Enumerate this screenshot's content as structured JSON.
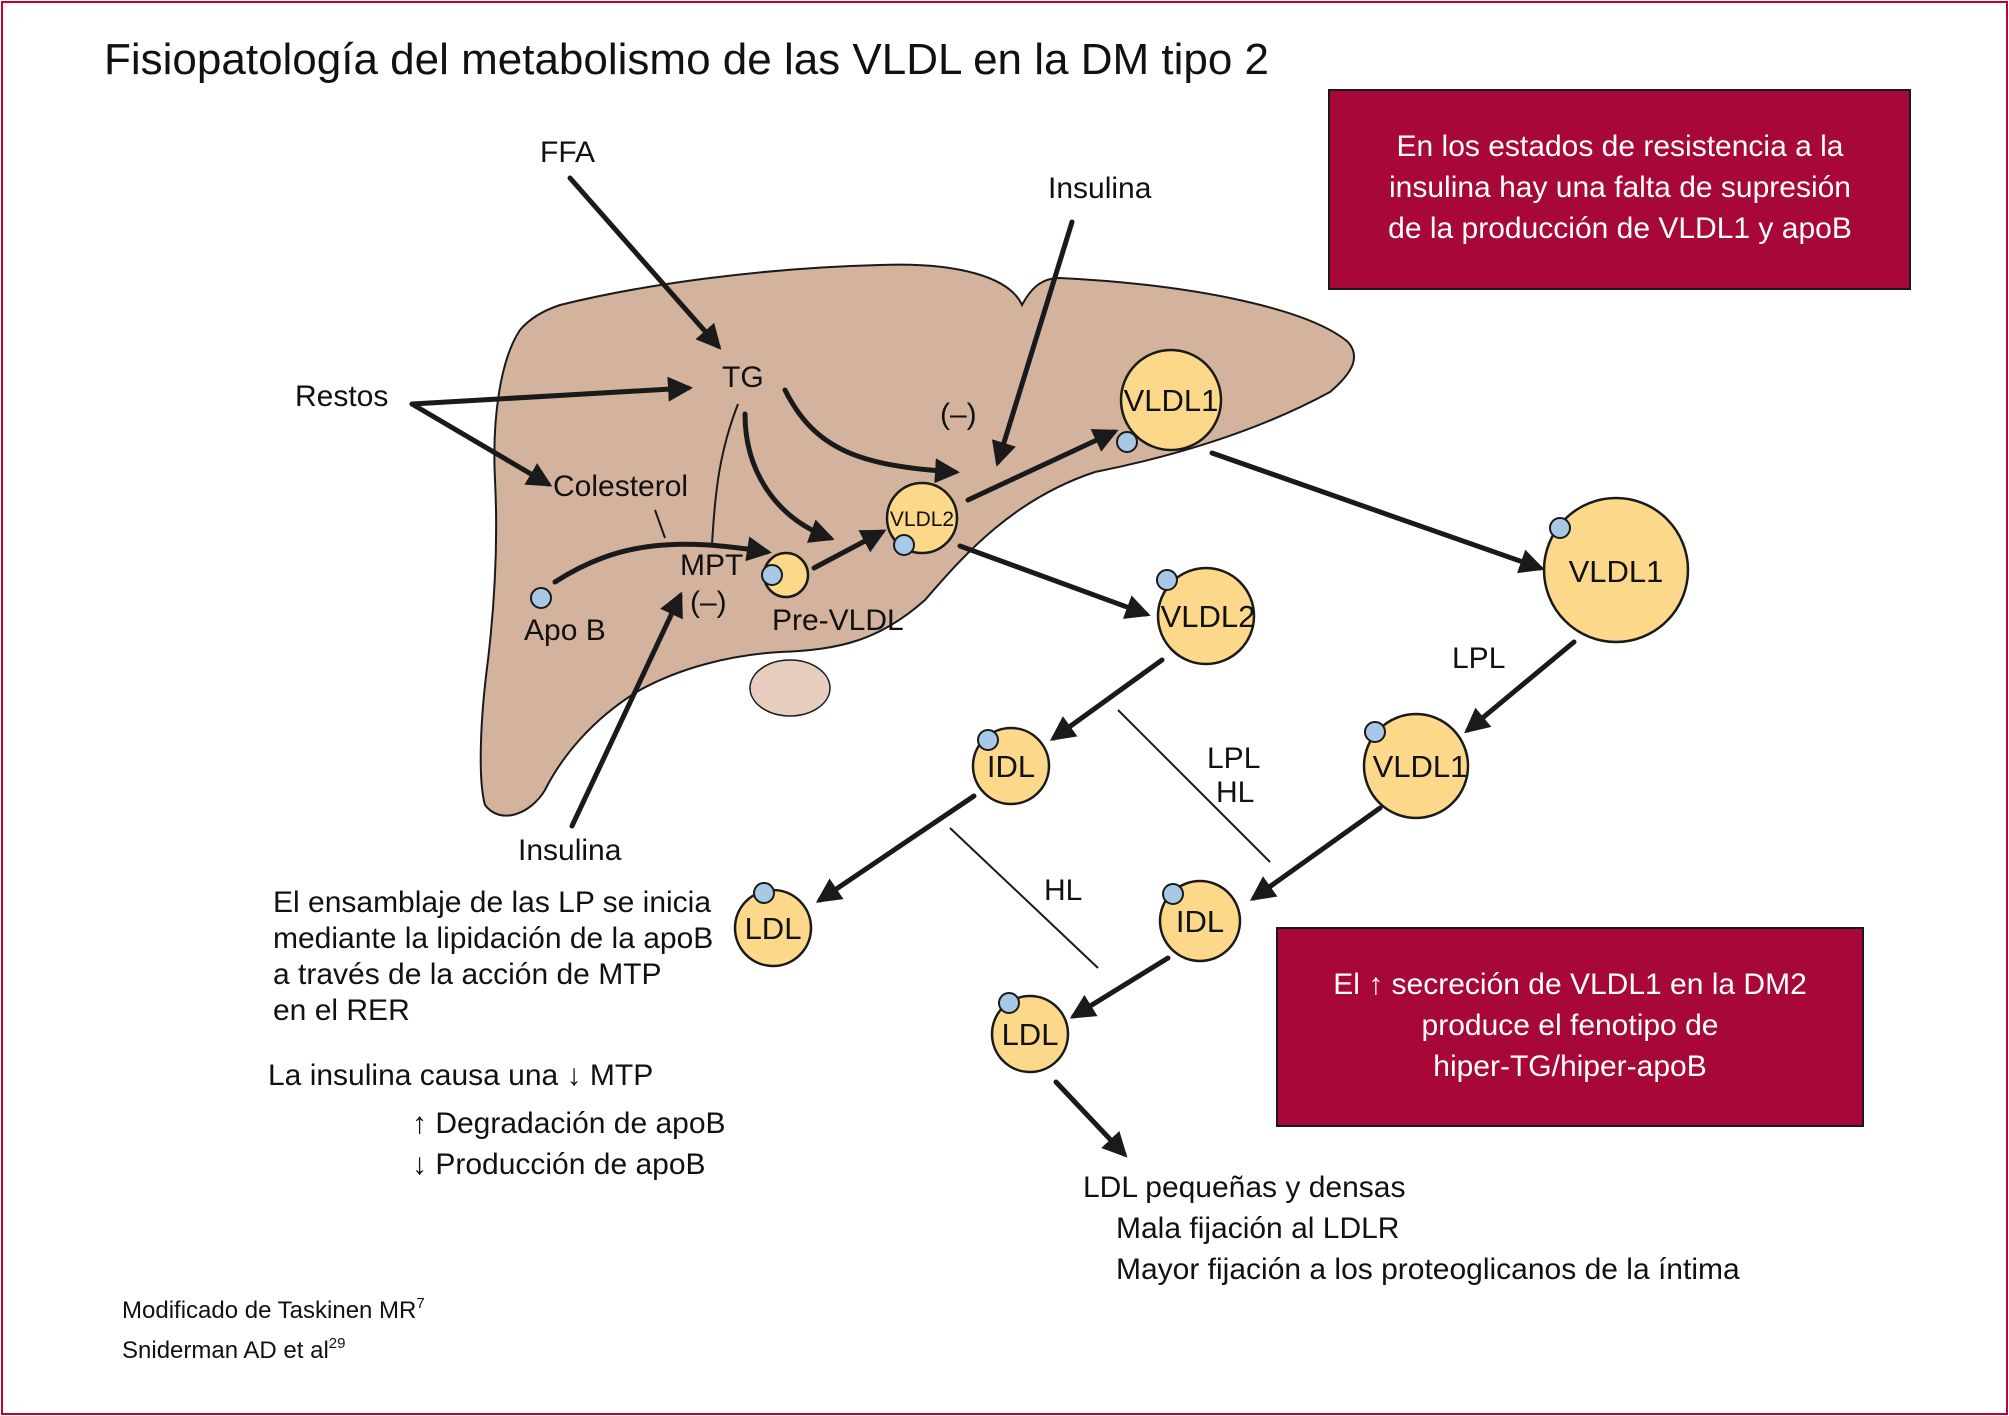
{
  "title": "Fisiopatología del metabolismo de las VLDL en la DM tipo 2",
  "colors": {
    "border": "#c5002e",
    "callout_fill": "#a8073a",
    "liver": "#d4b39e",
    "lipoprotein": "#fcd98a",
    "apoB": "#a7c9e6"
  },
  "liver_labels": {
    "ffa": "FFA",
    "restos": "Restos",
    "tg": "TG",
    "colesterol": "Colesterol",
    "mpt": "MPT",
    "inhibit_mpt": "(–)",
    "apo_b": "Apo B",
    "pre_vldl": "Pre-VLDL",
    "insulina_top": "Insulina",
    "insulina_bottom": "Insulina",
    "inhibit_vldl": "(–)"
  },
  "particles": {
    "vldl2_inner": "VLDL2",
    "vldl1_liver": "VLDL1",
    "vldl1_right": "VLDL1",
    "vldl2_mid": "VLDL2",
    "vldl1_lower": "VLDL1",
    "idl_left": "IDL",
    "idl_right": "IDL",
    "ldl_left": "LDL",
    "ldl_center": "LDL"
  },
  "enzymes": {
    "lpl_right": "LPL",
    "lpl_mid": "LPL",
    "hl_mid": "HL",
    "hl_left": "HL"
  },
  "callout_top": [
    "En los estados de resistencia a la",
    "insulina hay una falta de supresión",
    "de la producción de VLDL1 y apoB"
  ],
  "callout_bottom": [
    "El ↑ secreción de VLDL1 en la DM2",
    "produce el fenotipo de",
    "hiper-TG/hiper-apoB"
  ],
  "assembly_note": [
    "El ensamblaje de las LP se inicia",
    "mediante la lipidación de la apoB",
    "a través de la acción de MTP",
    "en el RER"
  ],
  "insulin_note": {
    "line1": "La insulina causa una ↓ MTP",
    "line2": "↑ Degradación de apoB",
    "line3": "↓ Producción de apoB"
  },
  "ldl_note": {
    "line1": "LDL pequeñas y densas",
    "line2": "Mala fijación al LDLR",
    "line3": "Mayor fijación a los proteoglicanos de la íntima"
  },
  "references": {
    "ref1": "Modificado de Taskinen MR",
    "ref1_sup": "7",
    "ref2": "Sniderman AD et al",
    "ref2_sup": "29"
  }
}
